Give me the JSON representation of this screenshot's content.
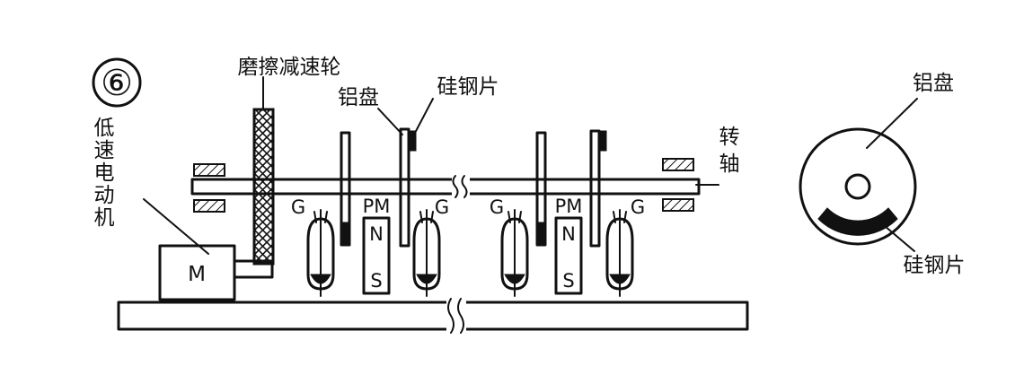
{
  "diagram": {
    "number_label": "⑥",
    "labels": {
      "friction_wheel": "磨擦减速轮",
      "aluminum_disk": "铝盘",
      "silicon_steel": "硅钢片",
      "shaft_chars": [
        "转",
        "轴"
      ],
      "motor_chars": [
        "低",
        "速",
        "电",
        "动",
        "机"
      ],
      "motor_box": "M",
      "magnet_left": "PM",
      "magnet_right": "PM",
      "north": "N",
      "south": "S",
      "g": "G",
      "side_aluminum_disk": "铝盘",
      "side_silicon_steel": "硅钢片"
    }
  }
}
